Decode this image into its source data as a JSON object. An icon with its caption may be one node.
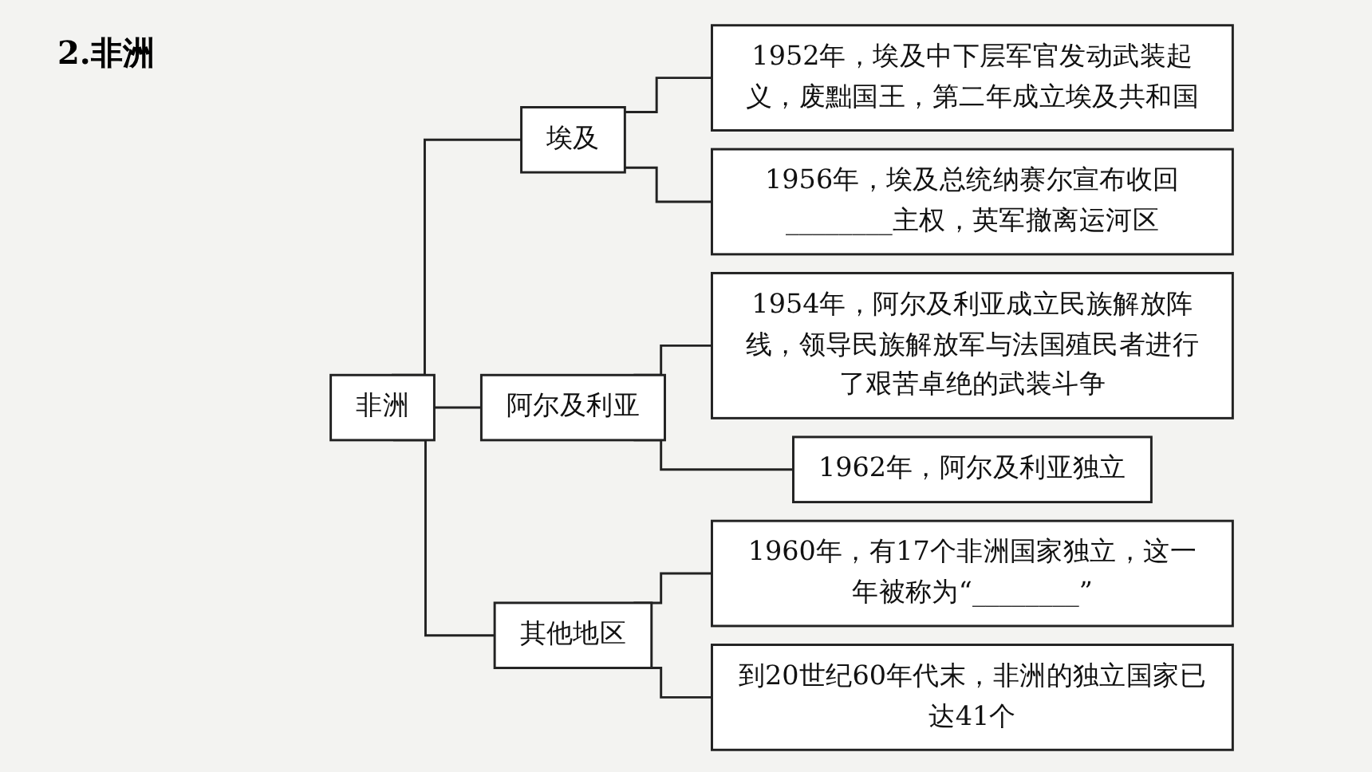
{
  "diagram": {
    "title": "2.非洲",
    "nodes": [
      {
        "text": [
          "非洲"
        ]
      },
      {
        "text": [
          "埃及"
        ]
      },
      {
        "text": [
          "1952年，埃及中下层军官发动武装起义，废黜国王，第二年成立埃及共和国"
        ]
      },
      {
        "text": [
          "1956年，埃及总统纳赛尔宣布收回________主权，英军撤离运河区"
        ]
      },
      {
        "text": [
          "阿尔及利亚"
        ]
      },
      {
        "text": [
          "1954年，阿尔及利亚成立民族解放阵线，领导民族解放军与法国殖民者进行了艰苦卓绝的武装斗争"
        ]
      },
      {
        "text": [
          "1962年，阿尔及利亚独立"
        ]
      },
      {
        "text": [
          "其他地区"
        ]
      },
      {
        "text": [
          "1960年，有17个非洲国家独立，这一年被称为“________”"
        ]
      },
      {
        "text": [
          "到20世纪60年代末，非洲的独立国家已达41个"
        ]
      }
    ],
    "edges": [
      {
        "from": 0,
        "to": 1,
        "arrow": "none"
      },
      {
        "from": 0,
        "to": 4,
        "arrow": "none"
      },
      {
        "from": 0,
        "to": 7,
        "arrow": "none"
      },
      {
        "from": 1,
        "to": 2,
        "arrow": "none"
      },
      {
        "from": 1,
        "to": 3,
        "arrow": "none"
      },
      {
        "from": 4,
        "to": 5,
        "arrow": "none"
      },
      {
        "from": 4,
        "to": 6,
        "arrow": "none"
      },
      {
        "from": 7,
        "to": 8,
        "arrow": "none"
      },
      {
        "from": 7,
        "to": 9,
        "arrow": "none"
      }
    ]
  }
}
